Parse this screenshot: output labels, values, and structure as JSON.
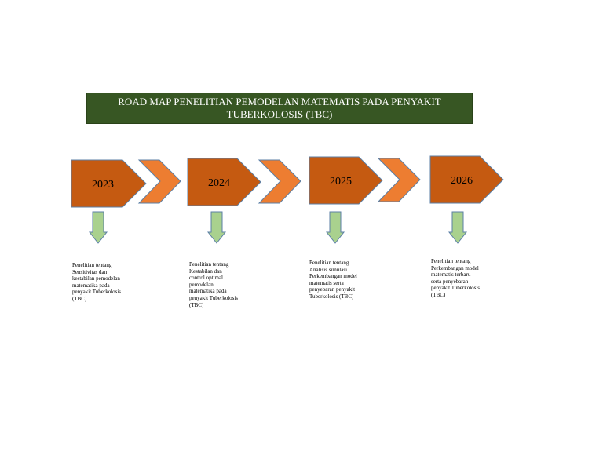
{
  "title": {
    "line1": "ROAD MAP PENELITIAN PEMODELAN MATEMATIS PADA PENYAKIT",
    "line2": "TUBERKOLOSIS (TBC)"
  },
  "colors": {
    "title_bg": "#375623",
    "year_arrow": "#C55A11",
    "connector_chevron": "#ED7D31",
    "down_arrow": "#A9D18E"
  },
  "stages": [
    {
      "year": "2023",
      "description_lines": [
        "Penelitian tentang",
        "Sensitivitas dan",
        "kestabilan pemodelan",
        "matematika pada",
        "penyakit Tuberkolosis",
        "(TBC)"
      ]
    },
    {
      "year": "2024",
      "description_lines": [
        "Penelitian tentang",
        "Kestabilan  dan",
        "control optimal",
        "pemodelan",
        "matematika pada",
        "penyakit Tuberkolosis",
        "(TBC)"
      ]
    },
    {
      "year": "2025",
      "description_lines": [
        "Penelitian tentang",
        "Analisis simulasi",
        "Perkembangan model",
        "matematis serta",
        "penyebaran penyakit",
        "Tuberkolosis (TBC)"
      ]
    },
    {
      "year": "2026",
      "description_lines": [
        "Penelitian tentang",
        "Perkembangan model",
        "matematis terbaru",
        "serta penyebaran",
        "penyakit Tuberkolosis",
        "(TBC)"
      ]
    }
  ]
}
